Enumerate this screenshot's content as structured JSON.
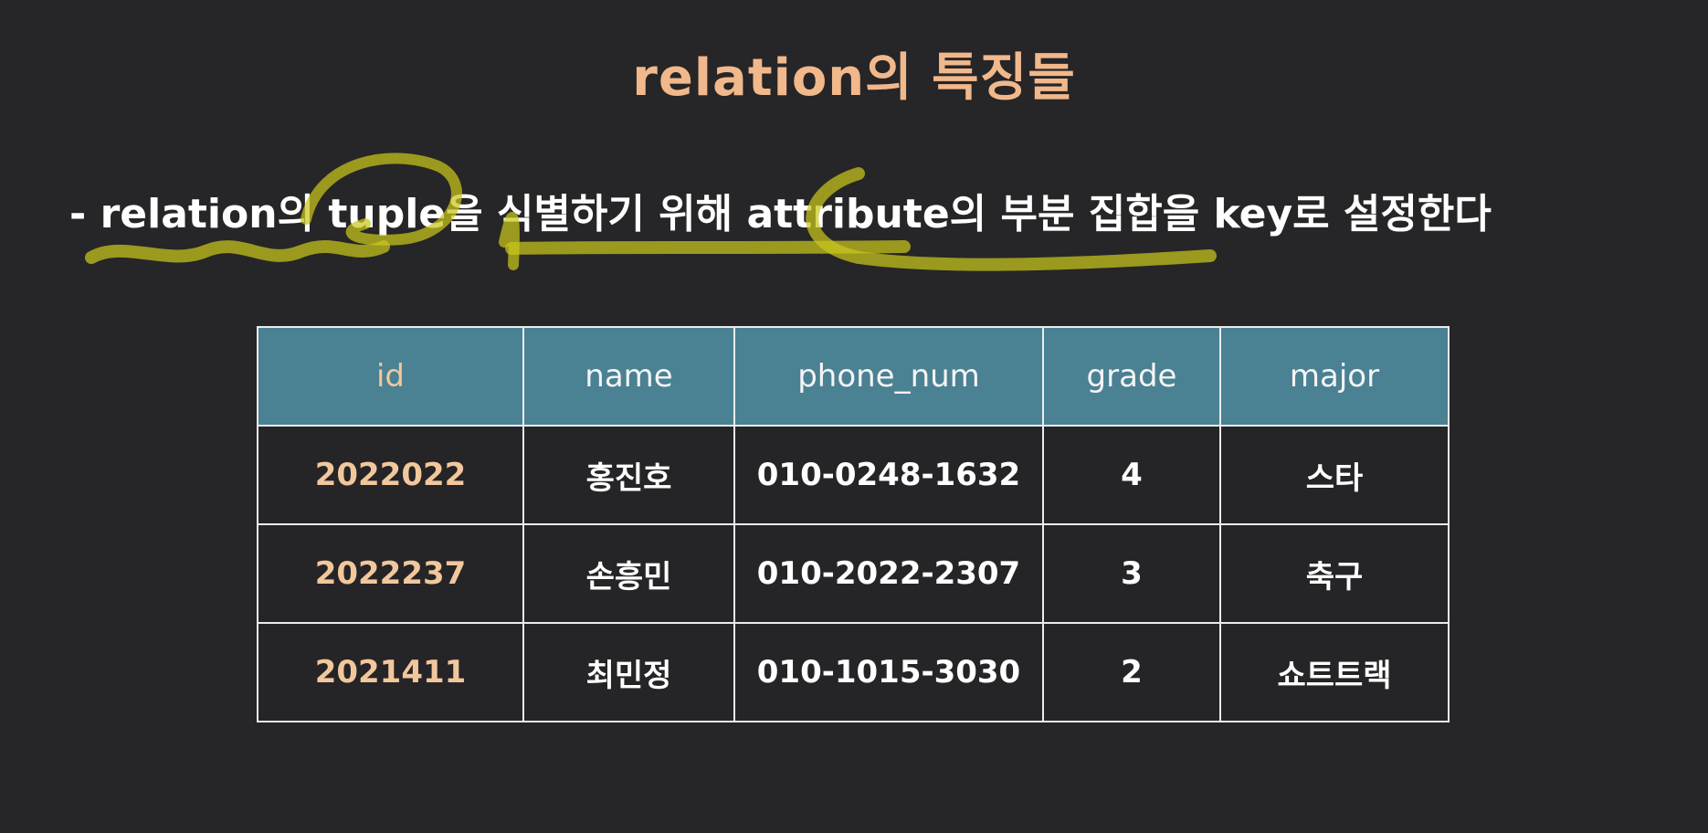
{
  "slide": {
    "title": "relation의 특징들",
    "bullet": "- relation의 tuple을 식별하기 위해 attribute의 부분 집합을 key로 설정한다"
  },
  "table": {
    "headers": [
      "id",
      "name",
      "phone_num",
      "grade",
      "major"
    ],
    "rows": [
      [
        "2022022",
        "홍진호",
        "010-0248-1632",
        "4",
        "스타"
      ],
      [
        "2022237",
        "손흥민",
        "010-2022-2307",
        "3",
        "축구"
      ],
      [
        "2021411",
        "최민정",
        "010-1015-3030",
        "2",
        "쇼트트랙"
      ]
    ]
  },
  "colors": {
    "background": "#262527",
    "title": "#f1b88c",
    "header_bg": "#4a8193",
    "id_text": "#f1c79c",
    "highlight": "#c9c61c"
  }
}
